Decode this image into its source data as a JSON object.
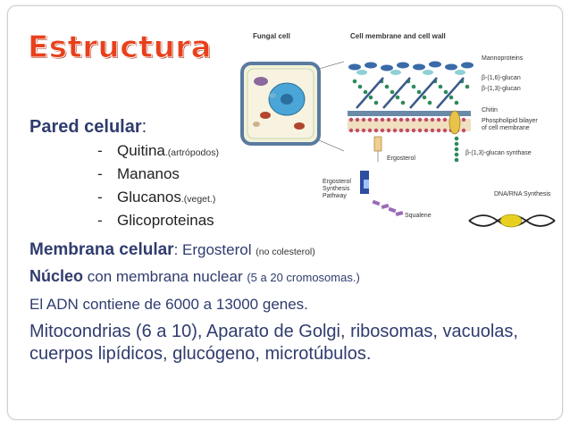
{
  "title": "Estructura",
  "figure": {
    "fungal_cell_label": "Fungal cell",
    "membrane_wall_label": "Cell membrane and cell wall",
    "labels": {
      "mannoproteins": "Mannoproteins",
      "glucan16": "β-(1,6)-glucan",
      "glucan13": "β-(1,3)-glucan",
      "chitin": "Chitin",
      "bilayer1": "Phospholipid bilayer",
      "bilayer2": "of cell membrane",
      "ergosterol": "Ergosterol",
      "synthase": "β-(1,3)-glucan synthase",
      "ergo_pathway1": "Ergosterol",
      "ergo_pathway2": "Synthesis",
      "ergo_pathway3": "Pathway",
      "squalene": "Squalene",
      "dna_rna": "DNA/RNA Synthesis"
    }
  },
  "pared": {
    "label": "Pared celular",
    "colon": ":"
  },
  "items": [
    {
      "dash": "-",
      "text": "Quitina",
      "note": ".(artrópodos)"
    },
    {
      "dash": "-",
      "text": "Mananos",
      "note": ""
    },
    {
      "dash": "-",
      "text": "Glucanos",
      "note": ".(veget.)"
    },
    {
      "dash": "-",
      "text": "Glicoproteinas",
      "note": ""
    }
  ],
  "membrana": {
    "label": "Membrana celular",
    "rest": ": Ergosterol ",
    "note": "(no colesterol)"
  },
  "nucleo": {
    "label": "Núcleo",
    "rest": " con membrana nuclear ",
    "note": "(5 a 20 cromosomas.)"
  },
  "adn": "El ADN contiene de 6000 a 13000 genes.",
  "mito": "Mitocondrias (6 a 10), Aparato de Golgi, ribosomas, vacuolas, cuerpos lipídicos, glucógeno, microtúbulos."
}
